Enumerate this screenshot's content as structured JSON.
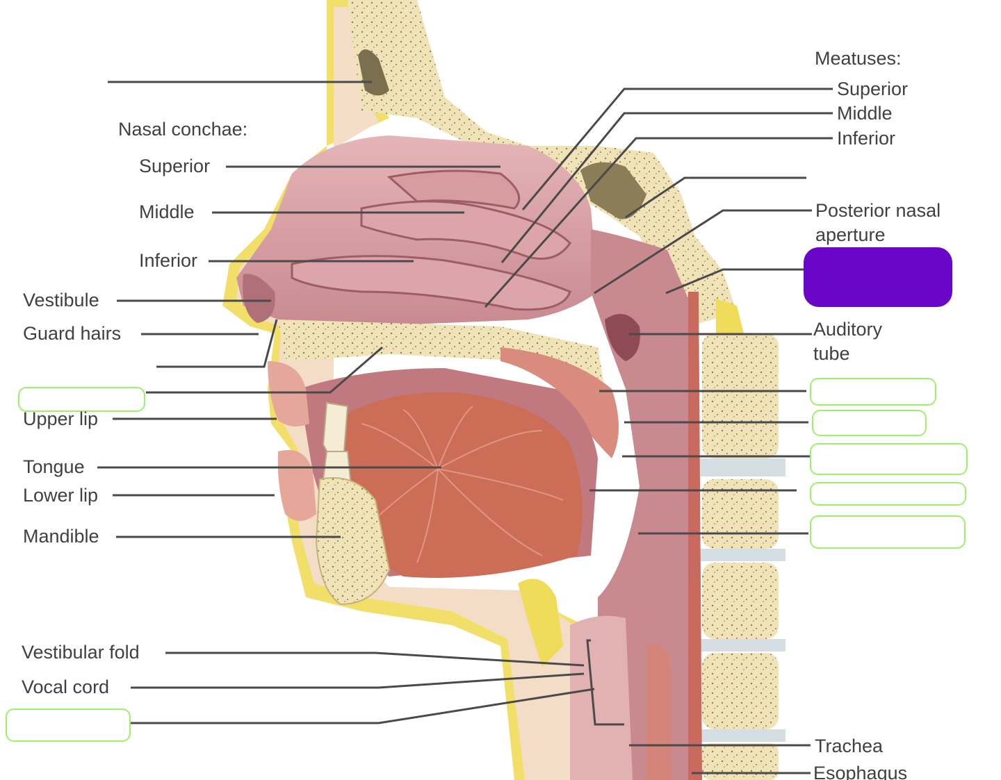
{
  "diagram": {
    "headings": {
      "nasal_conchae": "Nasal conchae:",
      "meatuses": "Meatuses:"
    },
    "left_labels": {
      "superior": "Superior",
      "middle": "Middle",
      "inferior": "Inferior",
      "vestibule": "Vestibule",
      "guard_hairs": "Guard hairs",
      "upper_lip": "Upper lip",
      "tongue": "Tongue",
      "lower_lip": "Lower lip",
      "mandible": "Mandible",
      "vestibular_fold": "Vestibular fold",
      "vocal_cord": "Vocal cord"
    },
    "right_labels": {
      "superior": "Superior",
      "middle": "Middle",
      "inferior": "Inferior",
      "posterior_nasal_aperture_1": "Posterior nasal",
      "posterior_nasal_aperture_2": "aperture",
      "auditory_tube_1": "Auditory",
      "auditory_tube_2": "tube",
      "trachea": "Trachea",
      "esophagus": "Esophagus"
    },
    "colors": {
      "line": "#4a4a4a",
      "label_text": "#404040",
      "bone": "#f1e3b8",
      "fat": "#efdc5a",
      "mucosa": "#c9868e",
      "mucosa_dark": "#8e4a55",
      "cavity": "#d9a3a6",
      "muscle": "#cc6e57",
      "box_border": "#9ef06a",
      "box_fill": "#6a06c8"
    }
  }
}
